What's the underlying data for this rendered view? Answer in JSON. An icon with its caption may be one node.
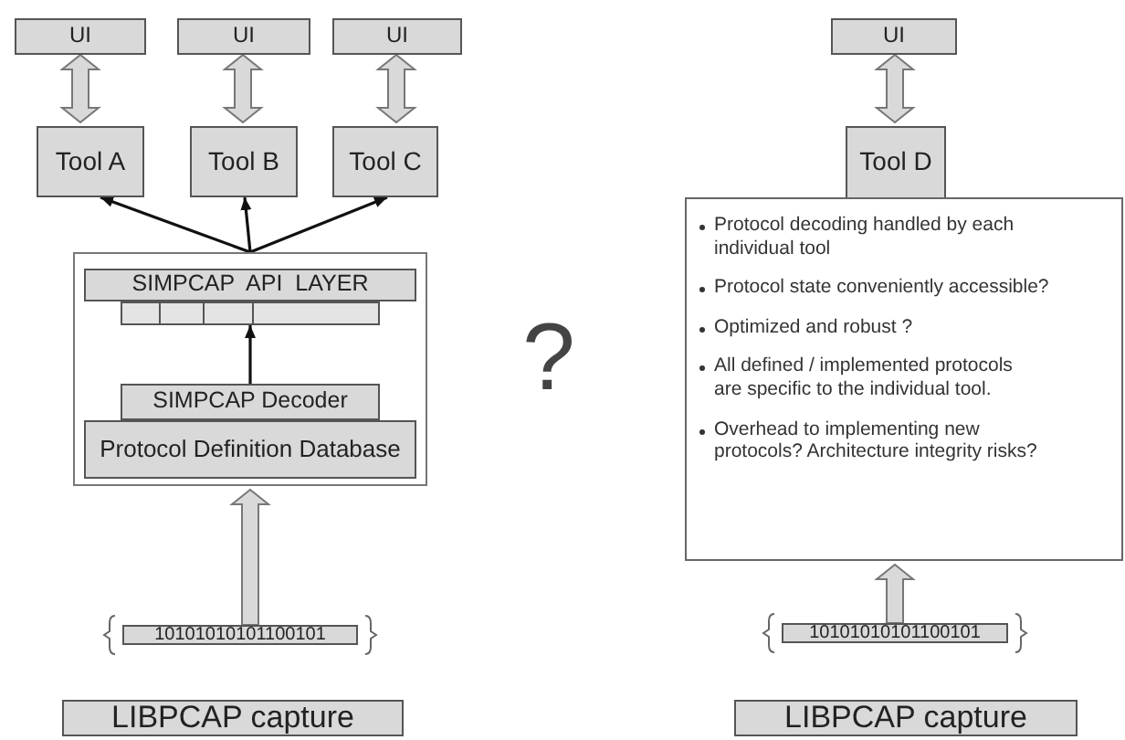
{
  "diagram": {
    "nodes": [
      {
        "text": [
          "UI"
        ]
      },
      {
        "text": [
          "UI"
        ]
      },
      {
        "text": [
          "UI"
        ]
      },
      {
        "text": [
          "Tool A"
        ]
      },
      {
        "text": [
          "Tool B"
        ]
      },
      {
        "text": [
          "Tool C"
        ]
      },
      {
        "text": [],
        "shape": "box"
      },
      {
        "text": [
          "SIMPCAP  API  LAYER"
        ],
        "in": 6
      },
      {
        "text": [],
        "shape": "bar",
        "in": 6
      },
      {
        "text": [
          "SIMPCAP Decoder"
        ],
        "in": 6
      },
      {
        "text": [
          "Protocol Definition Database"
        ],
        "in": 6
      },
      {
        "text": [
          "10101010101100101"
        ]
      },
      {
        "text": [
          "LIBPCAP capture"
        ]
      },
      {
        "text": [
          "UI"
        ]
      },
      {
        "text": [
          "Tool D"
        ]
      },
      {
        "text": [
          "Protocol decoding handled by each individual tool",
          "Protocol state conveniently accessible?",
          "Optimized and robust ?",
          "All defined / implemented protocols are specific to the individual tool.",
          "Overhead to implementing new protocols?  Architecture integrity risks?"
        ]
      },
      {
        "text": [
          "10101010101100101"
        ]
      },
      {
        "text": [
          "LIBPCAP capture"
        ]
      }
    ],
    "edges": [
      {
        "from": 0,
        "to": 3,
        "arrow": "both",
        "style": "thick"
      },
      {
        "from": 1,
        "to": 4,
        "arrow": "both",
        "style": "thick"
      },
      {
        "from": 2,
        "to": 5,
        "arrow": "both",
        "style": "thick"
      },
      {
        "from": 6,
        "to": 3,
        "arrow": "to"
      },
      {
        "from": 6,
        "to": 4,
        "arrow": "to"
      },
      {
        "from": 6,
        "to": 5,
        "arrow": "to"
      },
      {
        "from": 9,
        "to": 8,
        "arrow": "to"
      },
      {
        "from": 11,
        "to": 6,
        "arrow": "to",
        "style": "thick"
      },
      {
        "from": 13,
        "to": 14,
        "arrow": "both",
        "style": "thick"
      },
      {
        "from": 16,
        "to": 15,
        "arrow": "to",
        "style": "thick"
      }
    ],
    "labels": [
      "?"
    ]
  }
}
